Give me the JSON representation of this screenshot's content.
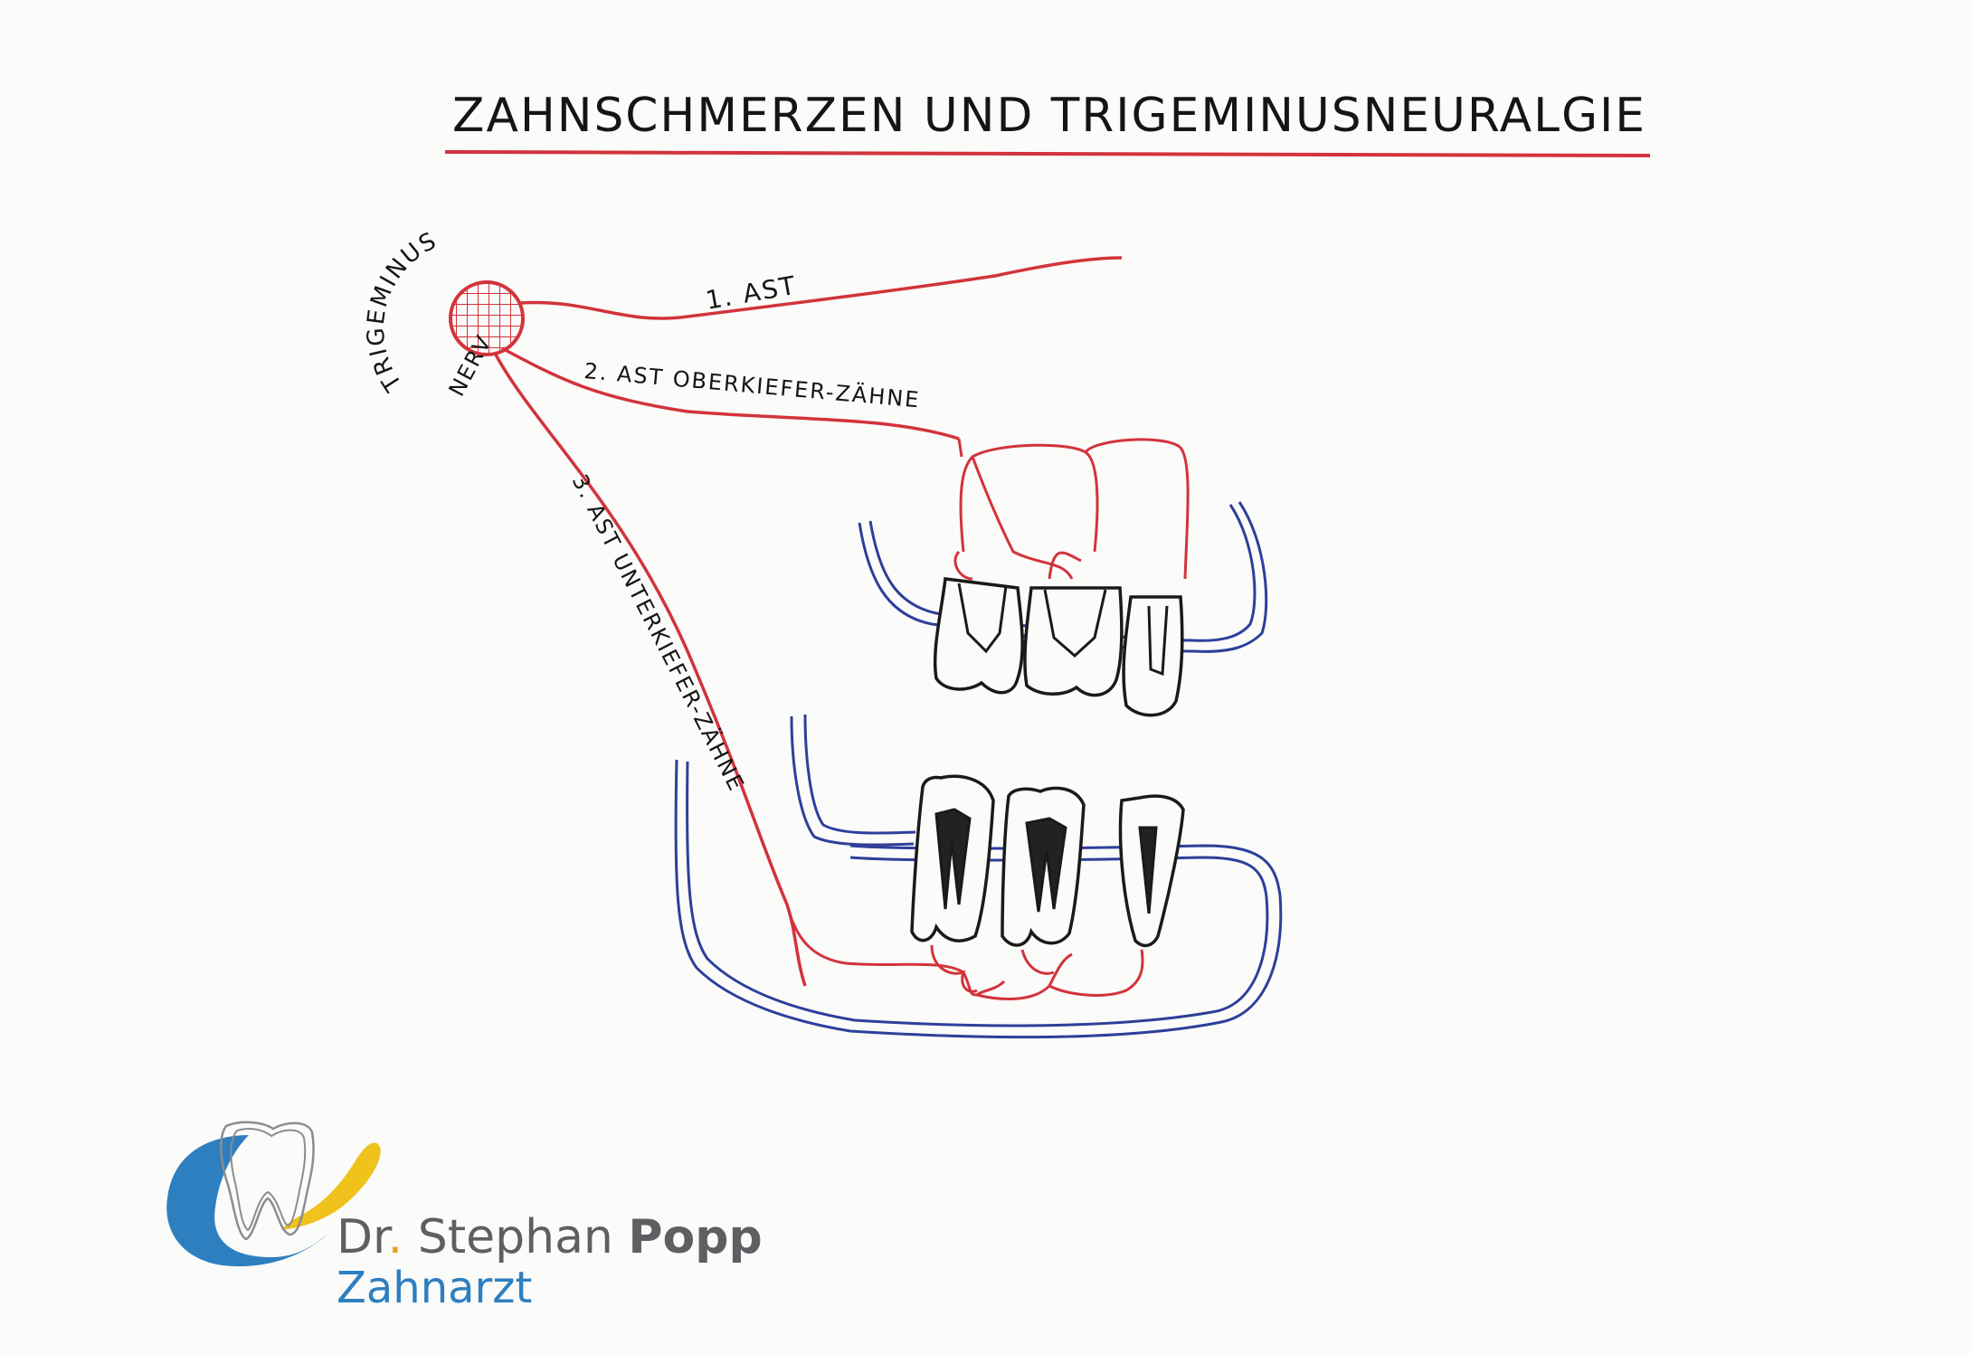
{
  "diagram": {
    "title": "ZAHNSCHMERZEN UND TRIGEMINUSNEURALGIE",
    "nerve_label_1": "TRIGEMINUS",
    "nerve_label_2": "NERV",
    "branches": {
      "first": "1. AST",
      "second": "2. AST OBERKIEFER-ZÄHNE",
      "third": "3. AST UNTERKIEFER-ZÄHNE"
    },
    "colors": {
      "nerve": "#d2333b",
      "gum": "#2e3f9a",
      "tooth_outline": "#1a1a1a",
      "title_underline": "#d2333b"
    }
  },
  "logo": {
    "name_prefix": "Dr",
    "name_dot": ".",
    "name_first": " Stephan ",
    "name_last": "Popp",
    "subtitle": "Zahnarzt",
    "colors": {
      "name": "#5d5f63",
      "dot": "#e8a21a",
      "subtitle": "#2d7fc0",
      "swoosh_blue": "#2d7fc0",
      "swoosh_yellow": "#f0c21c",
      "tooth_outline": "#8a8d92"
    }
  }
}
